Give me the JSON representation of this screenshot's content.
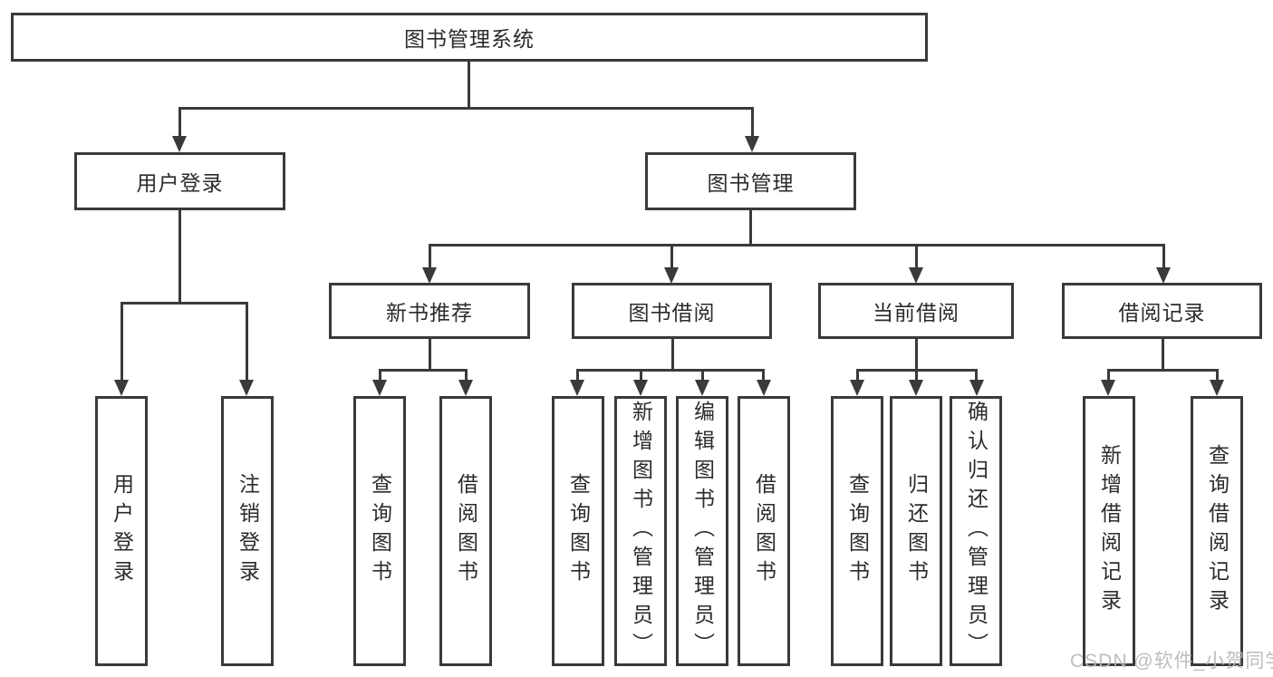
{
  "diagram": {
    "type": "tree",
    "root": {
      "label": "图书管理系统"
    },
    "level2": [
      {
        "label": "用户登录",
        "parent": "图书管理系统"
      },
      {
        "label": "图书管理",
        "parent": "图书管理系统"
      }
    ],
    "level3": [
      {
        "label": "新书推荐",
        "parent": "图书管理"
      },
      {
        "label": "图书借阅",
        "parent": "图书管理"
      },
      {
        "label": "当前借阅",
        "parent": "图书管理"
      },
      {
        "label": "借阅记录",
        "parent": "图书管理"
      }
    ],
    "leaves": [
      {
        "label": "用户登录",
        "parent": "用户登录"
      },
      {
        "label": "注销登录",
        "parent": "用户登录"
      },
      {
        "label": "查询图书",
        "parent": "新书推荐"
      },
      {
        "label": "借阅图书",
        "parent": "新书推荐"
      },
      {
        "label": "查询图书",
        "parent": "图书借阅"
      },
      {
        "label": "新增图书（管理员）",
        "parent": "图书借阅"
      },
      {
        "label": "编辑图书（管理员）",
        "parent": "图书借阅"
      },
      {
        "label": "借阅图书",
        "parent": "图书借阅"
      },
      {
        "label": "查询图书",
        "parent": "当前借阅"
      },
      {
        "label": "归还图书",
        "parent": "当前借阅"
      },
      {
        "label": "确认归还（管理员）",
        "parent": "当前借阅"
      },
      {
        "label": "新增借阅记录",
        "parent": "借阅记录"
      },
      {
        "label": "查询借阅记录",
        "parent": "借阅记录"
      }
    ]
  },
  "watermark": {
    "text": "CSDN @软件_小贺同学"
  },
  "colors": {
    "line": "#3a3a3a",
    "text": "#2b2b2b",
    "background": "#ffffff",
    "watermark": "#b8b8b8"
  }
}
